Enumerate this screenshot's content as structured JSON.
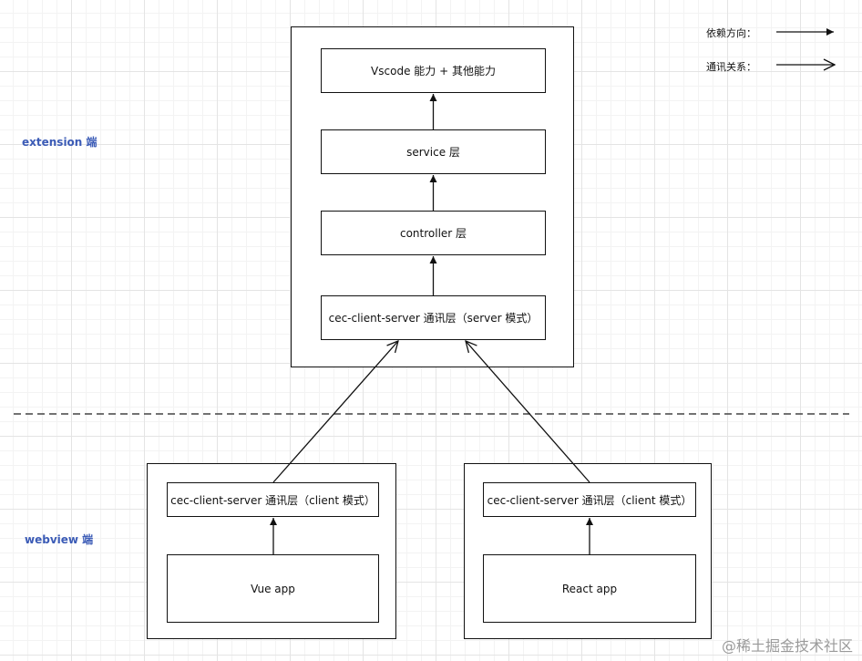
{
  "side_labels": {
    "extension": "extension 端",
    "webview": "webview 端"
  },
  "extension_layers": {
    "top": "Vscode 能力 + 其他能力",
    "service": "service 层",
    "controller": "controller 层",
    "comm_server": "cec-client-server 通讯层（server 模式）"
  },
  "webview_vue": {
    "comm_client": "cec-client-server 通讯层（client 模式）",
    "app": "Vue app"
  },
  "webview_react": {
    "comm_client": "cec-client-server 通讯层（client 模式）",
    "app": "React app"
  },
  "legend": {
    "dependency": "依赖方向：",
    "communication": "通讯关系："
  },
  "watermark": "@稀土掘金技术社区",
  "colors": {
    "side_label": "#3b5bb6",
    "line": "#111111",
    "divider": "#444444"
  }
}
